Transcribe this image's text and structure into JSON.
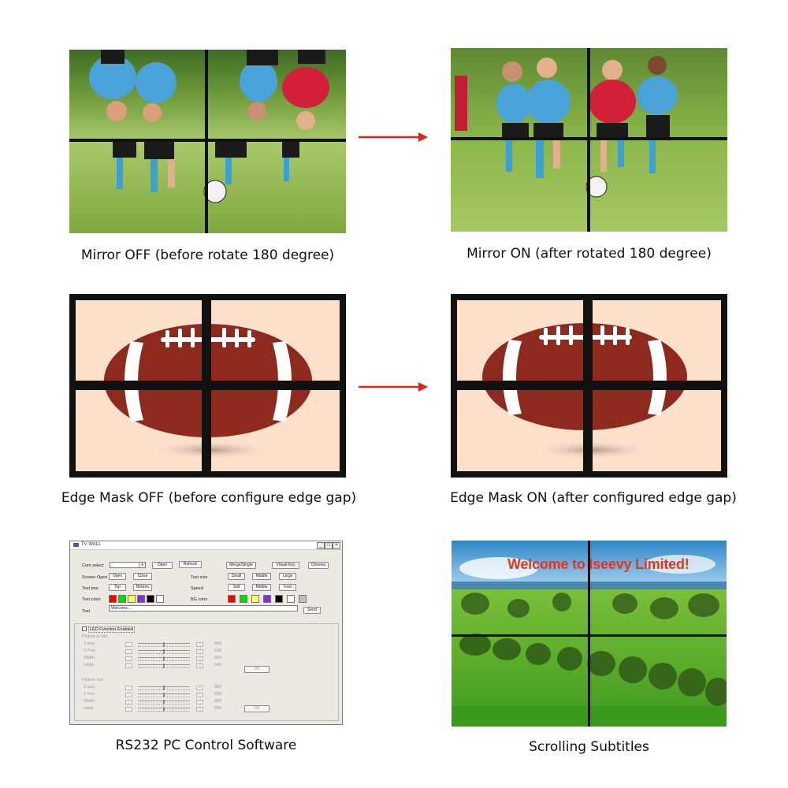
{
  "captions": {
    "mirror_off": "Mirror OFF  (before rotate 180 degree)",
    "mirror_on": "Mirror ON  (after rotated 180 degree)",
    "edge_off": "Edge Mask OFF (before configure edge gap)",
    "edge_on": "Edge Mask ON (after configured edge gap)",
    "software": "RS232 PC Control Software",
    "subtitles": "Scrolling Subtitles"
  },
  "colors": {
    "arrow": "#e8221a",
    "bezel": "#111111",
    "football_bg": "#fde0cc",
    "football": "#8e2a1d",
    "subtitle": "#e8321c"
  },
  "subtitle_text": "Welcome to Iseevy Limited!",
  "software": {
    "title": "TV WALL",
    "window_buttons": [
      "_",
      "□",
      "×"
    ],
    "labels": {
      "com_select": "Com select",
      "screen_open": "Screen Open",
      "text_pos": "Text pos",
      "text_color": "Text color",
      "text": "Text",
      "text_size": "Text size",
      "speed": "Speed",
      "bg_color": "BG color",
      "led_enabled": "LED Function Enabled",
      "picture_in_abc": "Picture in abc",
      "picture_out": "Picture out",
      "x_pos": "X pos",
      "y_pos": "Y Pos",
      "width": "Width",
      "height": "Heigt"
    },
    "buttons": {
      "open": "Open",
      "refresh": "Refresh",
      "merge_single": "Merge/Single",
      "virtual_key": "Virtual Key",
      "chinese": "Chinese",
      "screen_open": "Open",
      "screen_close": "Close",
      "top": "Top",
      "bottom": "Bottom",
      "small": "Small",
      "middle": "Middle",
      "large": "Large",
      "still": "Still",
      "speed_middle": "Middle",
      "fast": "Fast",
      "send": "Send",
      "ok_in": "OK",
      "ok_out": "OK"
    },
    "text_value": "Welcome...",
    "text_colors": [
      "#ff0000",
      "#00dd00",
      "#ffff55",
      "#8a2be2",
      "#000000",
      "#ffffff"
    ],
    "bg_colors": [
      "#ff0000",
      "#00dd00",
      "#ffff55",
      "#8a2be2",
      "#000000",
      "#ffffff",
      "#c0c0c0"
    ],
    "picture_in_values": [
      "960",
      "540",
      "960",
      "540"
    ],
    "picture_out_values": [
      "960",
      "600",
      "960",
      "600"
    ]
  }
}
